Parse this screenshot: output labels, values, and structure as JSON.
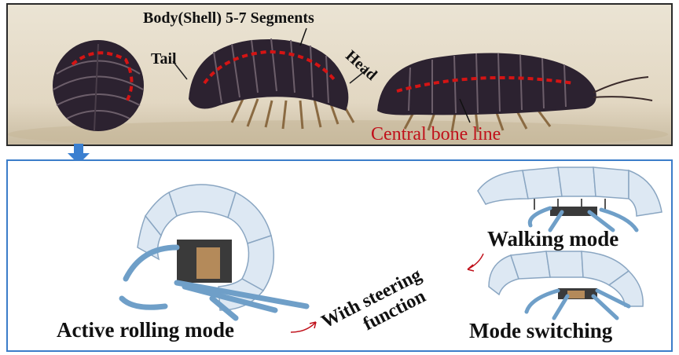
{
  "top_panel": {
    "labels": {
      "body_shell": "Body(Shell) 5-7 Segments",
      "tail": "Tail",
      "head": "Head",
      "central_bone_line": "Central bone line"
    },
    "colors": {
      "bone_line": "#d41414",
      "label_red": "#c0101a",
      "insect_body": "#2c2230"
    }
  },
  "arrow": {
    "icon": "down-arrow-icon",
    "color": "#3a7fd0"
  },
  "bottom_panel": {
    "labels": {
      "active_rolling_mode": "Active rolling mode",
      "steering_line1": "With steering",
      "steering_line2": "function",
      "walking_mode": "Walking mode",
      "mode_switching": "Mode switching"
    },
    "colors": {
      "border": "#3b7dc9",
      "shell": "#dde8f3",
      "leg": "#6f9fc8",
      "arrow": "#c0101a"
    }
  }
}
